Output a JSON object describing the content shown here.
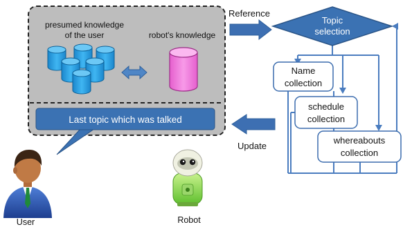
{
  "knowledge_panel": {
    "presumed_line1": "presumed knowledge",
    "presumed_line2": "of the user",
    "robot_knowledge": "robot's knowledge"
  },
  "last_topic": {
    "label": "Last topic which was talked"
  },
  "flow": {
    "reference_label": "Reference",
    "update_label": "Update",
    "topic_selection_line1": "Topic",
    "topic_selection_line2": "selection"
  },
  "collections": [
    {
      "line1": "Name",
      "line2": "collection"
    },
    {
      "line1": "schedule",
      "line2": "collection"
    },
    {
      "line1": "whereabouts",
      "line2": "collection"
    }
  ],
  "actors": {
    "user_label": "User",
    "robot_label": "Robot"
  },
  "colors": {
    "accent_blue": "#3b72b3",
    "panel_gray": "#bdbdbd",
    "db_cyan": "#29a3e6",
    "db_pink": "#f078dc"
  }
}
